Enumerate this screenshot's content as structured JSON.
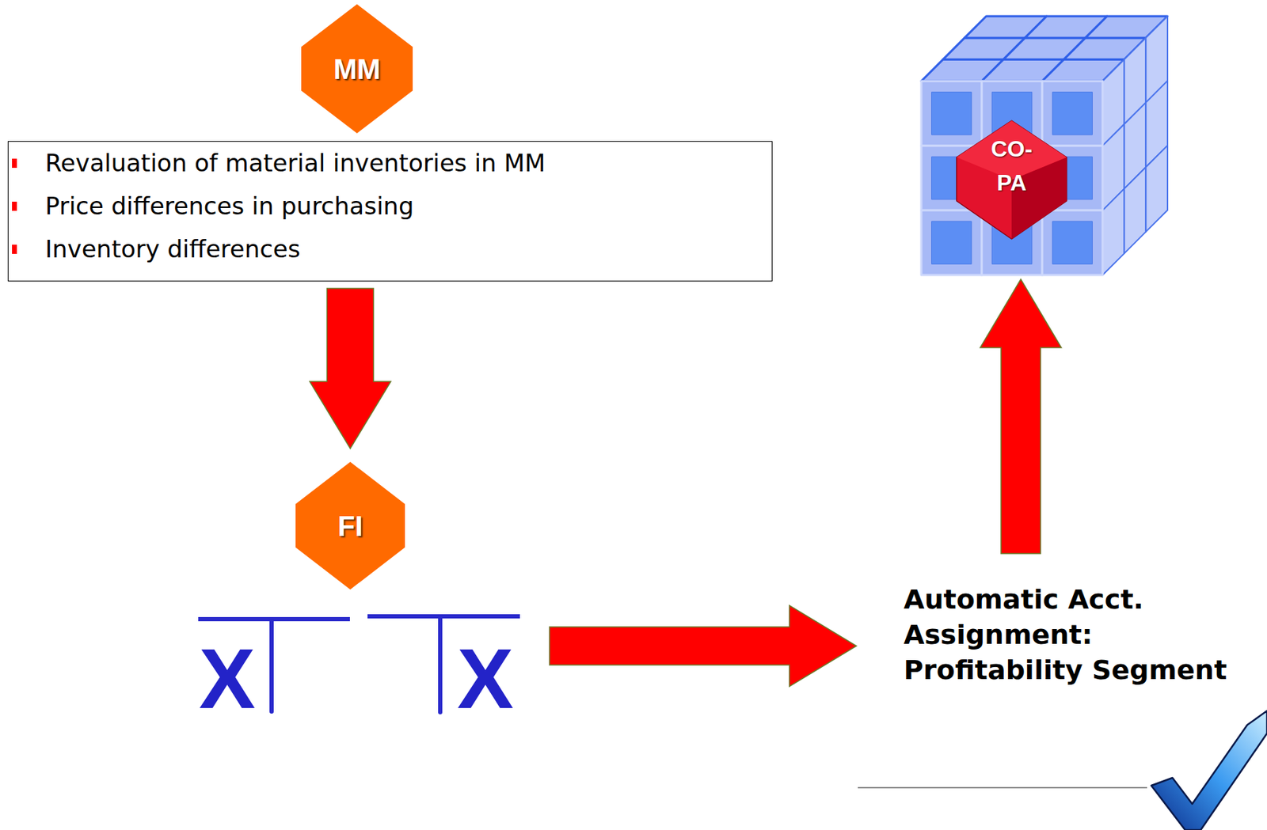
{
  "diagram": {
    "nodes": [
      {
        "text": [
          "MM"
        ]
      },
      {
        "text": [
          "Revaluation of material inventories in MM",
          "Price differences in purchasing",
          "Inventory differences"
        ]
      },
      {
        "text": [
          "FI"
        ]
      },
      {
        "text": [
          "X"
        ]
      },
      {
        "text": [
          "X"
        ]
      },
      {
        "text": [
          "Automatic Acct. Assignment: Profitability Segment"
        ]
      },
      {
        "text": [
          "CO- PA"
        ]
      }
    ],
    "edges": [
      {
        "from": 1,
        "to": 2,
        "arrow": "to"
      },
      {
        "from": 4,
        "to": 5,
        "arrow": "to"
      },
      {
        "from": 5,
        "to": 6,
        "arrow": "to"
      }
    ]
  }
}
